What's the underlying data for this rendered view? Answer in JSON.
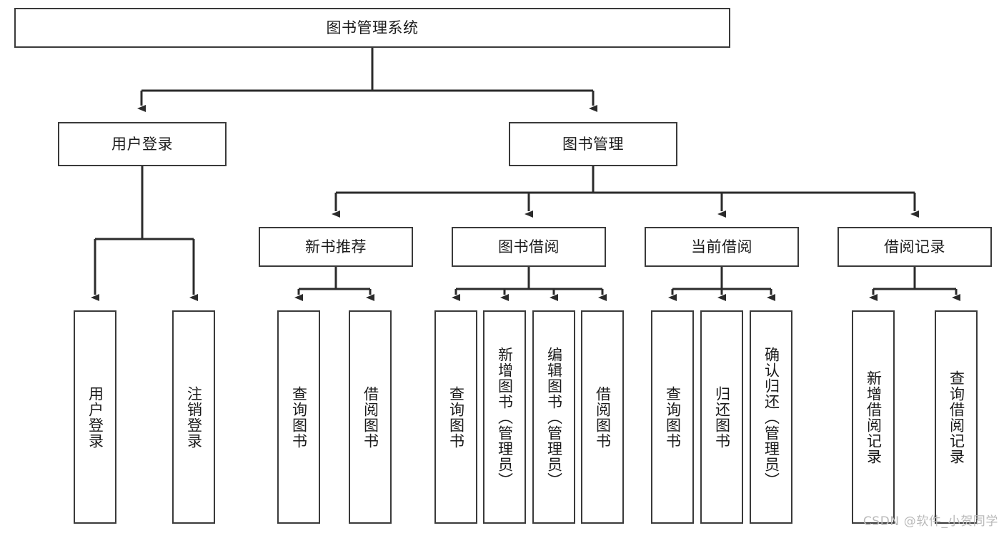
{
  "diagram": {
    "title": "图书管理系统",
    "watermark": "CSDN @软件_小贺同学",
    "colors": {
      "box_stroke": "#3a3a3a",
      "box_fill": "#ffffff",
      "connector": "#2b2b2b",
      "text": "#1a1a1a",
      "watermark": "#b9b9b9"
    },
    "root": {
      "label": "图书管理系统"
    },
    "level2": [
      {
        "label": "用户登录"
      },
      {
        "label": "图书管理"
      }
    ],
    "level3": [
      {
        "label": "新书推荐"
      },
      {
        "label": "图书借阅"
      },
      {
        "label": "当前借阅"
      },
      {
        "label": "借阅记录"
      }
    ],
    "leaves": {
      "user_login": [
        {
          "label": "用户登录"
        },
        {
          "label": "注销登录"
        }
      ],
      "new_book_recommend": [
        {
          "label": "查询图书"
        },
        {
          "label": "借阅图书"
        }
      ],
      "book_borrow": [
        {
          "label": "查询图书"
        },
        {
          "label": "新增图书（管理员）"
        },
        {
          "label": "编辑图书（管理员）"
        },
        {
          "label": "借阅图书"
        }
      ],
      "current_borrow": [
        {
          "label": "查询图书"
        },
        {
          "label": "归还图书"
        },
        {
          "label": "确认归还（管理员）"
        }
      ],
      "borrow_records": [
        {
          "label": "新增借阅记录"
        },
        {
          "label": "查询借阅记录"
        }
      ]
    }
  }
}
